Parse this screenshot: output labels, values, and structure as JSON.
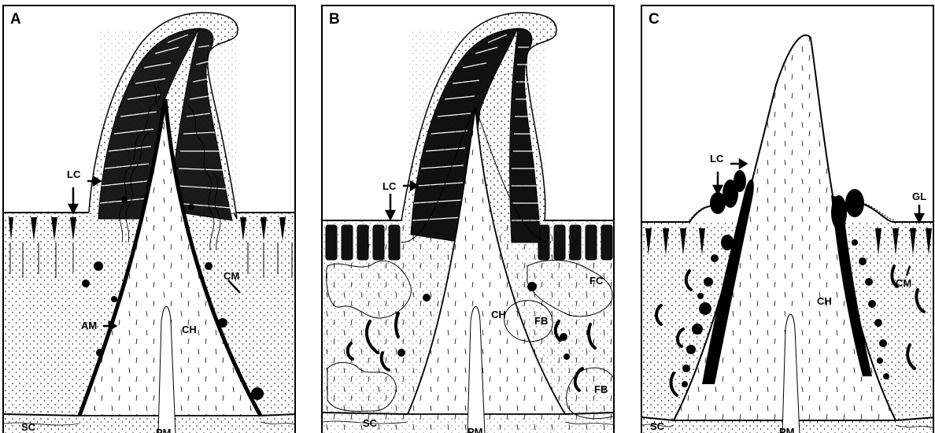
{
  "panels": [
    {
      "letter": "A",
      "labels": {
        "lc": "LC",
        "cm": "CM",
        "am": "AM",
        "ch": "CH",
        "sc": "SC",
        "pm": "PM"
      }
    },
    {
      "letter": "B",
      "labels": {
        "lc": "LC",
        "fc": "FC",
        "ch": "CH",
        "fb1": "FB",
        "fb2": "FB",
        "sc": "SC",
        "pm": "PM"
      }
    },
    {
      "letter": "C",
      "labels": {
        "lc": "LC",
        "gl": "GL",
        "cm": "CM",
        "ch": "CH",
        "sc": "SC",
        "pm": "PM"
      }
    }
  ],
  "colors": {
    "ink": "#000000",
    "paper": "#ffffff",
    "tissue": "#f4f4f4"
  }
}
